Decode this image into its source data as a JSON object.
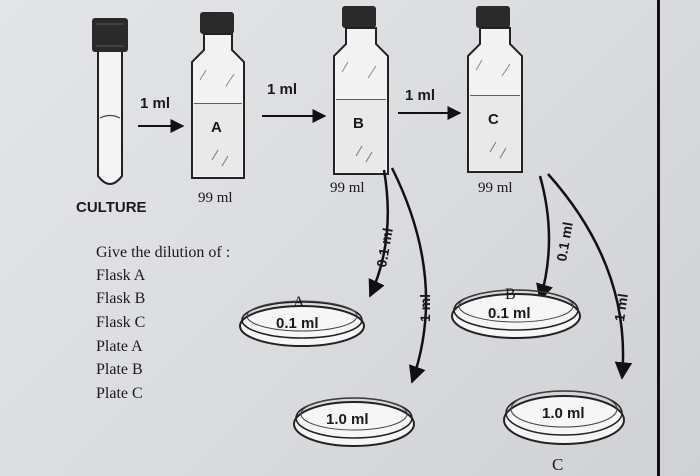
{
  "culture_label": "CULTURE",
  "transfers": [
    "1 ml",
    "1 ml",
    "1 ml"
  ],
  "flasks": [
    {
      "label": "A",
      "volume": "99 ml"
    },
    {
      "label": "B",
      "volume": "99 ml"
    },
    {
      "label": "C",
      "volume": "99 ml"
    }
  ],
  "arrow_labels": {
    "b_small": "0.1 ml",
    "b_large": "1 ml",
    "c_small": "0.1 ml",
    "c_large": "1 ml"
  },
  "plates": [
    {
      "label": "A",
      "volume": "0.1 ml"
    },
    {
      "label": "",
      "volume": "1.0 ml"
    },
    {
      "label": "B",
      "volume": "0.1 ml"
    },
    {
      "label": "C",
      "volume": "1.0 ml"
    }
  ],
  "question": {
    "prompt": "Give the dilution of :",
    "items": [
      "Flask A",
      "Flask B",
      "Flask C",
      "Plate A",
      "Plate B",
      "Plate C"
    ]
  }
}
